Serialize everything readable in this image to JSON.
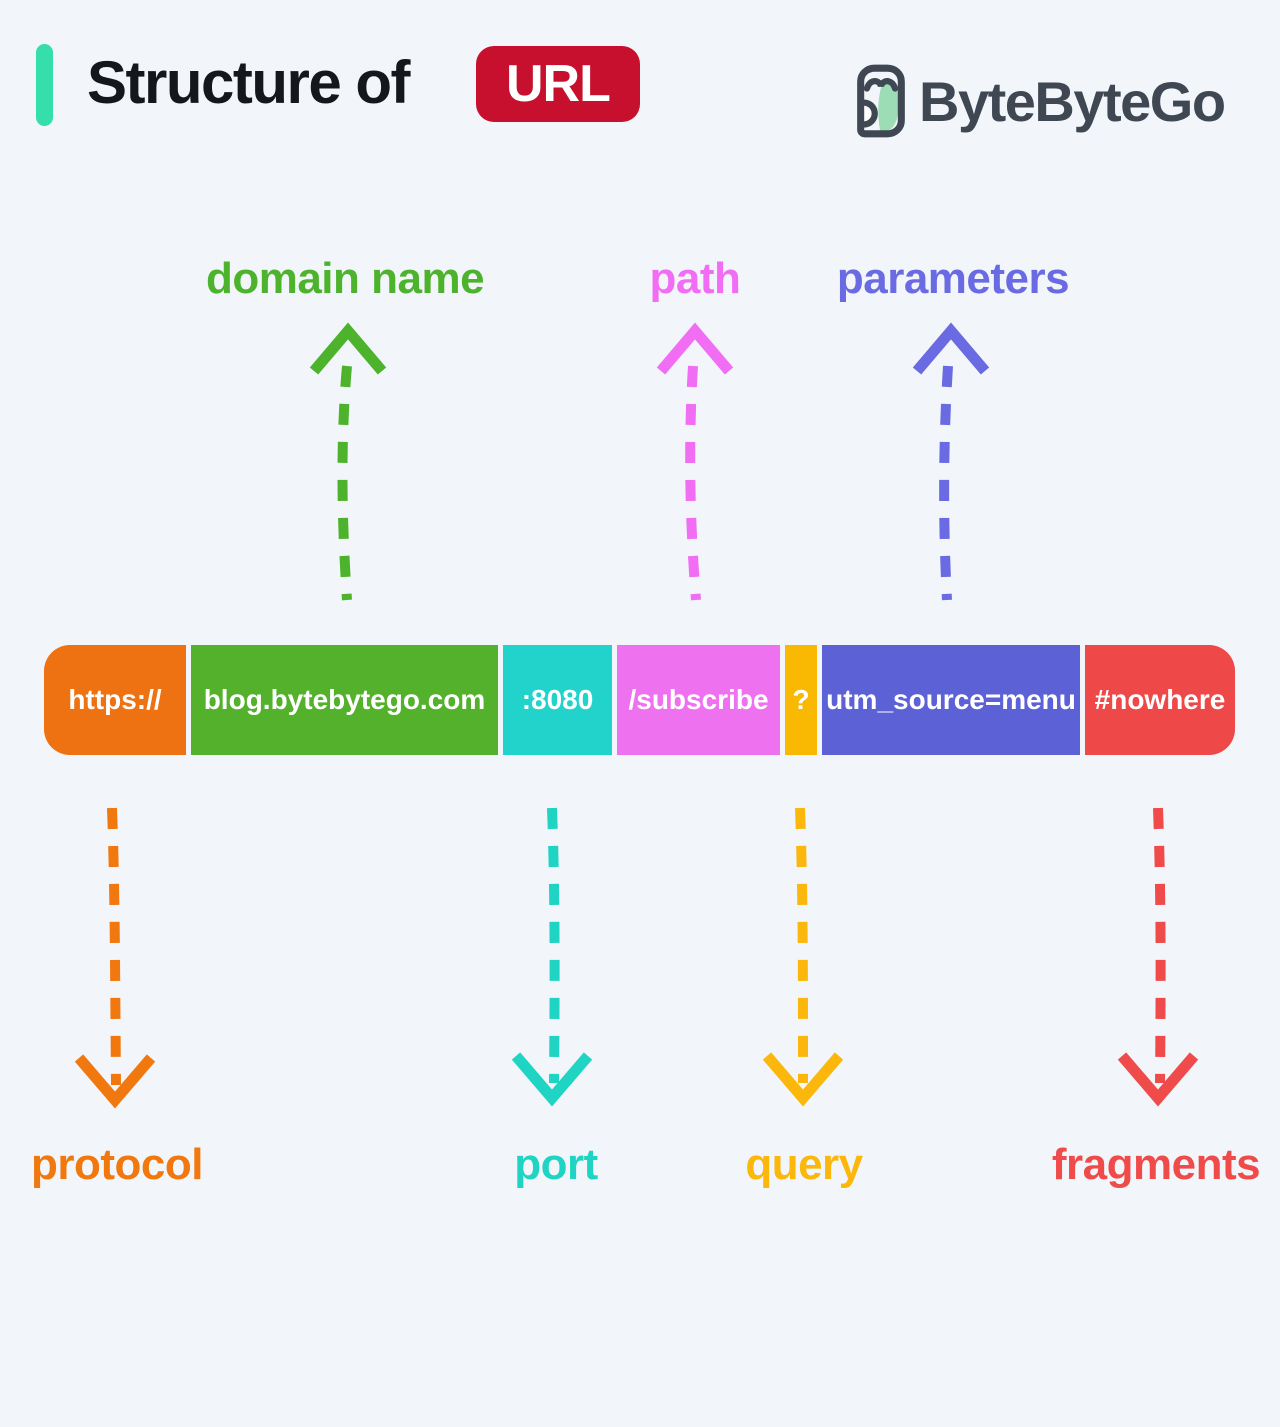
{
  "background": "#F2F6FA",
  "header": {
    "title": "Structure of",
    "badge": "URL",
    "badge_color": "#C6102E",
    "accent_color": "#34DFA9",
    "brand": "ByteByteGo",
    "brand_color": "#3F4752",
    "logo_mint": "#9CDDB6",
    "logo_dark": "#3F4752"
  },
  "url_bar": {
    "segments": [
      {
        "name": "protocol",
        "text": "https://",
        "color": "#EE7112"
      },
      {
        "name": "domain-name",
        "text": "blog.bytebytego.com",
        "color": "#54B12C"
      },
      {
        "name": "port",
        "text": ":8080",
        "color": "#22D3CC"
      },
      {
        "name": "path",
        "text": "/subscribe",
        "color": "#EE72F0"
      },
      {
        "name": "query-separator",
        "text": "?",
        "color": "#F9B801"
      },
      {
        "name": "parameters",
        "text": "utm_source=menu",
        "color": "#5C61D6"
      },
      {
        "name": "fragment",
        "text": "#nowhere",
        "color": "#EE4848"
      }
    ]
  },
  "top_labels": [
    {
      "text": "domain name",
      "color": "#4DB32C"
    },
    {
      "text": "path",
      "color": "#F16DF3"
    },
    {
      "text": "parameters",
      "color": "#6A6BE2"
    }
  ],
  "bottom_labels": [
    {
      "text": "protocol",
      "color": "#F0780F"
    },
    {
      "text": "port",
      "color": "#20D4C4"
    },
    {
      "text": "query",
      "color": "#FBB70B"
    },
    {
      "text": "fragments",
      "color": "#F04B4B"
    }
  ]
}
